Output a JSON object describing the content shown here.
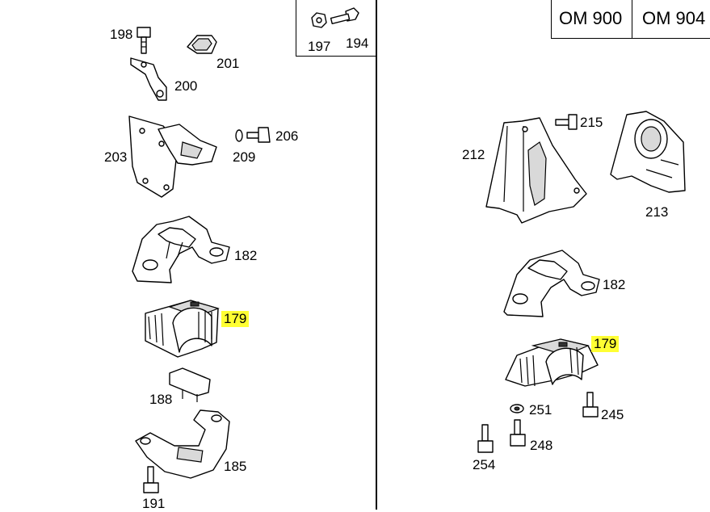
{
  "engines": [
    "OM 900",
    "OM 904"
  ],
  "highlight_color": "#ffff33",
  "labels": {
    "p198": "198",
    "p201": "201",
    "p200": "200",
    "p197": "197",
    "p194": "194",
    "p203": "203",
    "p209": "209",
    "p206": "206",
    "p182_left": "182",
    "p179_left": "179",
    "p188": "188",
    "p185": "185",
    "p191": "191",
    "p215": "215",
    "p212": "212",
    "p213": "213",
    "p182_right": "182",
    "p179_right": "179",
    "p251": "251",
    "p245": "245",
    "p248": "248",
    "p254": "254"
  }
}
